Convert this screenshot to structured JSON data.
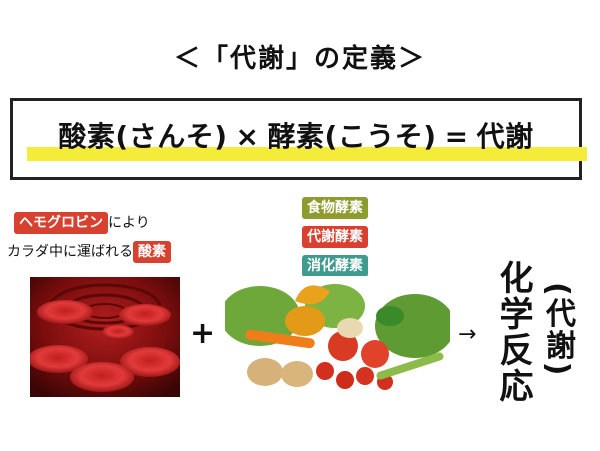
{
  "title": "＜「代謝」の定義＞",
  "formula": {
    "part1": "酸素(さんそ)",
    "op1": "×",
    "part2": "酵素(こうそ)",
    "op2": "=",
    "result": "代謝"
  },
  "hemoglobin": {
    "badge": "ヘモグロビン",
    "text1": "により",
    "text2": "カラダ中に運ばれる",
    "badge2": "酸素"
  },
  "enzymes": [
    "食物酵素",
    "代謝酵素",
    "消化酵素"
  ],
  "plus": "+",
  "arrow": "→",
  "reaction": {
    "main": "化学反応",
    "sub": "(代謝)"
  },
  "colors": {
    "red": "#d8412f",
    "olive": "#8f9a2f",
    "teal": "#3f9b8f",
    "highlight": "#f5ec3a"
  }
}
